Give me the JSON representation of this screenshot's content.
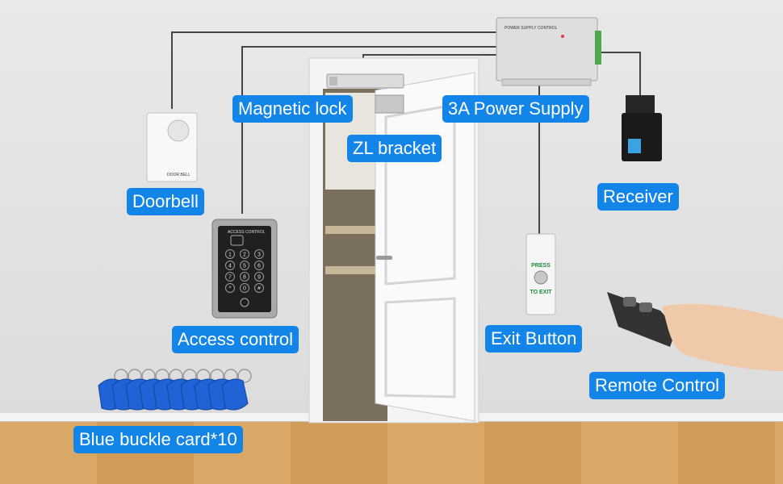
{
  "labels": {
    "magnetic_lock": "Magnetic lock",
    "power_supply": "3A Power Supply",
    "zl_bracket": "ZL bracket",
    "doorbell": "Doorbell",
    "receiver": "Receiver",
    "access_control": "Access control",
    "exit_button": "Exit Button",
    "remote_control": "Remote Control",
    "blue_card": "Blue buckle card*10"
  },
  "device_text": {
    "power_box_title": "POWER SUPPLY CONTROL",
    "doorbell_text": "DOOR BELL",
    "keypad_title": "ACCESS CONTROL",
    "keypad_keys": [
      "1",
      "2",
      "3",
      "4",
      "5",
      "6",
      "7",
      "8",
      "9",
      "*",
      "0",
      "#"
    ],
    "exit_press": "PRESS",
    "exit_to_exit": "TO EXIT"
  },
  "colors": {
    "label_bg": "#1385e8",
    "wire": "#444444",
    "card_blue": "#1f63d6",
    "exit_green": "#1f8a3a"
  }
}
